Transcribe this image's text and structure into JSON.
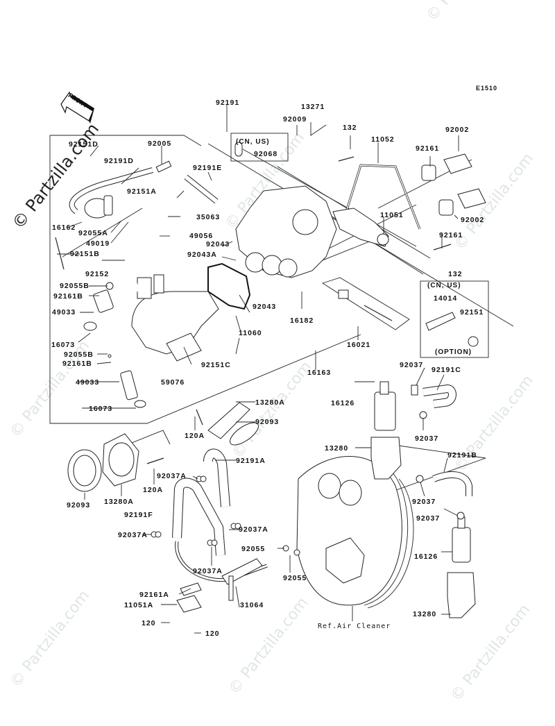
{
  "diagram": {
    "code": "E1510",
    "front_label": "FRONT",
    "ref_label": "Ref.Air Cleaner",
    "boxes": {
      "cn_us_top": {
        "region": "(CN, US)",
        "part": "92068"
      },
      "cn_us_option": {
        "region": "(CN, US)",
        "parts": [
          "14014",
          "92151"
        ],
        "note": "(OPTION)"
      }
    },
    "watermark": {
      "text": "© Partzilla.com",
      "color": "#dfe7e2"
    },
    "labels": {
      "l92191": "92191",
      "l13271": "13271",
      "l92009": "92009",
      "l132a": "132",
      "l11052": "11052",
      "l92002a": "92002",
      "l92161a": "92161",
      "l92151d": "92151D",
      "l92005": "92005",
      "l92191d": "92191D",
      "l92191e": "92191E",
      "l92151a": "92151A",
      "l35063": "35063",
      "l16162": "16162",
      "l92055a": "92055A",
      "l49019": "49019",
      "l49056": "49056",
      "l92151b": "92151B",
      "l92043a": "92043",
      "l92043A": "92043A",
      "l92152": "92152",
      "l11051": "11051",
      "l92002b": "92002",
      "l92161b": "92161",
      "l132b": "132",
      "l92055b1": "92055B",
      "l92161b1": "92161B",
      "l49033a": "49033",
      "l16073a": "16073",
      "l92043b": "92043",
      "l16182": "16182",
      "l11060": "11060",
      "l16021": "16021",
      "l92055b2": "92055B",
      "l92161b2": "92161B",
      "l92151c": "92151C",
      "l59076": "59076",
      "l49033b": "49033",
      "l16163": "16163",
      "l16073b": "16073",
      "l92037a": "92037",
      "l92191c": "92191C",
      "l16126a": "16126",
      "l13280a": "13280A",
      "l120a1": "120A",
      "l92093a": "92093",
      "l92037b": "92037",
      "l13280b": "13280",
      "l92191b": "92191B",
      "l92191a": "92191A",
      "l120a2": "120A",
      "l92093b": "92093",
      "l13280a2": "13280A",
      "l92037A1": "92037A",
      "l92191f": "92191F",
      "l92037A2": "92037A",
      "l92037A3": "92037A",
      "l92037A4": "92037A",
      "l92055c": "92055",
      "l92055d": "92055",
      "l92037c": "92037",
      "l92037d": "92037",
      "l16126b": "16126",
      "l92161A": "92161A",
      "l11051A": "11051A",
      "l31064": "31064",
      "l120b": "120",
      "l120c": "120",
      "l13280c": "13280"
    }
  }
}
